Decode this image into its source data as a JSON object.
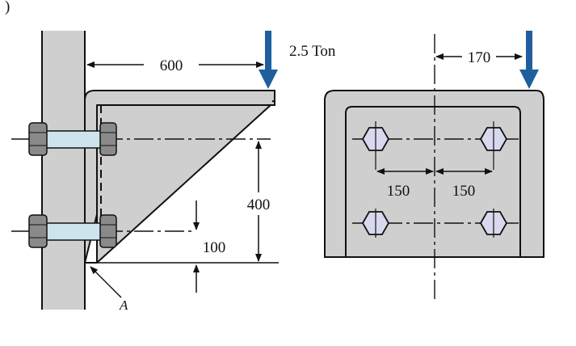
{
  "load": {
    "label": "2.5 Ton",
    "arrow_color": "#1f5f9e"
  },
  "side_view": {
    "dim_width": "600",
    "dim_height": "400",
    "dim_bolt_gap": "100",
    "point_label": "A"
  },
  "front_view": {
    "dim_offset": "170",
    "dim_spacing_left": "150",
    "dim_spacing_right": "150"
  },
  "colors": {
    "plate": "#cfcfcf",
    "bolt": "#cde4ef",
    "nut": "#8a8a8a",
    "bolt_head_front": "#d8d8ef"
  },
  "top_crop_text": ")"
}
